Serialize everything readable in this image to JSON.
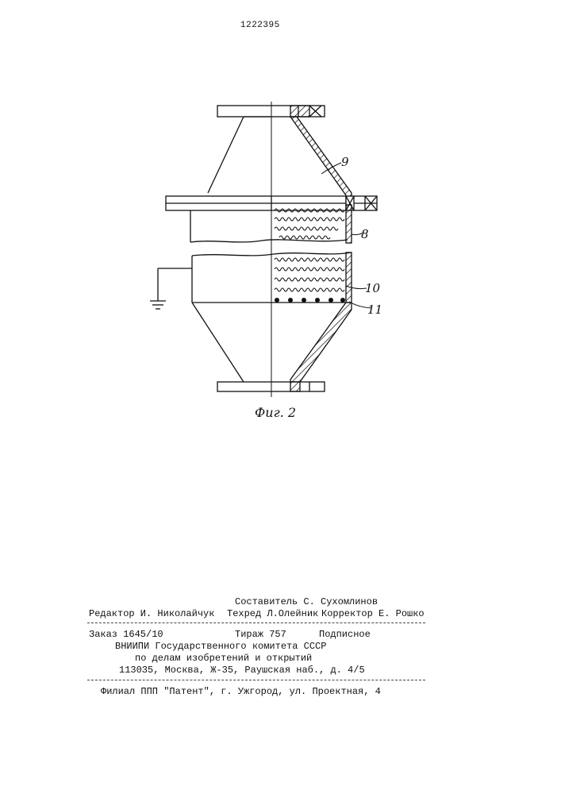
{
  "header": {
    "patent_number": "1222395"
  },
  "figure": {
    "caption": "Фиг. 2",
    "labels": {
      "l9": "9",
      "l8": "8",
      "l10": "10",
      "l11": "11"
    }
  },
  "colophon": {
    "composer": "Составитель С. Сухомлинов",
    "editor": "Редактор И. Николайчук",
    "techred": "Техред Л.Олейник",
    "corrector": "Корректор Е. Рошко",
    "order": "Заказ 1645/10",
    "circulation": "Тираж 757",
    "subscription": "Подписное",
    "org_line1": "ВНИИПИ Государственного комитета СССР",
    "org_line2": "по делам изобретений и открытий",
    "address": "113035, Москва, Ж-35, Раушская наб., д. 4/5",
    "branch": "Филиал ППП \"Патент\", г. Ужгород, ул. Проектная, 4"
  }
}
